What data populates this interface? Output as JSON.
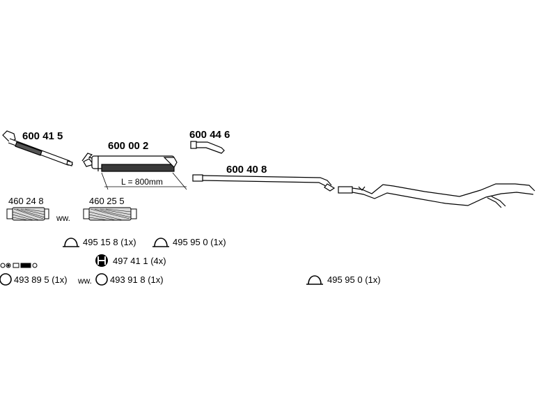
{
  "parts": {
    "front_pipe": "600 41 5",
    "middle_silencer": "600 00 2",
    "bend_pipe": "600 44 6",
    "intermediate_pipe": "600 40 8"
  },
  "dimension": "L = 800mm",
  "flex_pipes": {
    "a": "460 24 8",
    "b": "460 25 5",
    "separator": "ww."
  },
  "clamps": {
    "c1": "495 15 8 (1x)",
    "c2": "495 95 0 (1x)",
    "c3": "495 95 0 (1x)"
  },
  "hanger": "497 41 1 (4x)",
  "gaskets": {
    "g1": "493 89 5 (1x)",
    "separator": "ww.",
    "g2": "493 91 8 (1x)"
  },
  "colors": {
    "line": "#000000",
    "fill_light": "#d9d9d9",
    "fill_dark": "#3a3a3a",
    "background": "#ffffff"
  },
  "icons": [
    "clamp-icon",
    "hanger-icon",
    "gasket-ring-icon",
    "bolt-set-icon"
  ]
}
